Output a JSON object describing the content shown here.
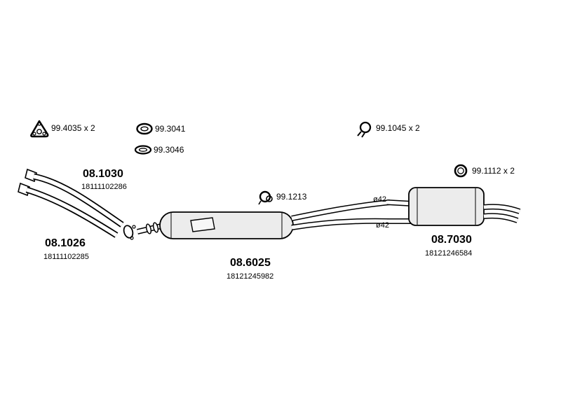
{
  "labels": {
    "gasket_triangle": "99.4035 x 2",
    "gasket_oval_top": "99.3041",
    "gasket_oval_bottom": "99.3046",
    "clamp_right": "99.1045 x 2",
    "ring_right": "99.1112 x 2",
    "clamp_mid": "99.1213",
    "dia_top": "ø42",
    "dia_bottom": "ø42"
  },
  "parts": {
    "front_pipe_upper": {
      "code": "08.1030",
      "number": "18111102286"
    },
    "front_pipe_lower": {
      "code": "08.1026",
      "number": "18111102285"
    },
    "middle_silencer": {
      "code": "08.6025",
      "number": "18121245982"
    },
    "rear_silencer": {
      "code": "08.7030",
      "number": "18121246584"
    }
  }
}
